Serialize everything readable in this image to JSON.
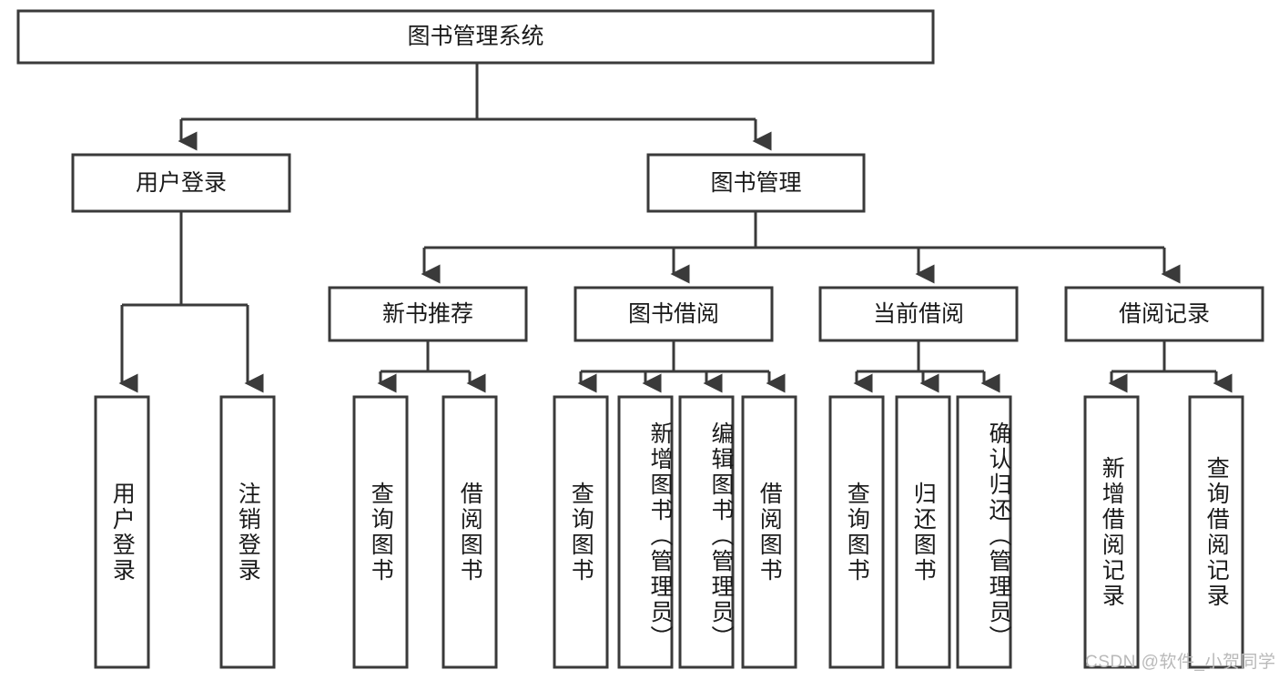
{
  "diagram": {
    "type": "tree",
    "title": "图书管理系统",
    "orientation": "top-down",
    "colors": {
      "stroke": "#3a3a3a",
      "fill": "#ffffff",
      "text": "#1a1a1a",
      "watermark": "#b9b9b9"
    },
    "root": {
      "label": "图书管理系统",
      "level": 1
    },
    "level2": [
      {
        "label": "用户登录"
      },
      {
        "label": "图书管理"
      }
    ],
    "level3": [
      {
        "label": "新书推荐"
      },
      {
        "label": "图书借阅"
      },
      {
        "label": "当前借阅"
      },
      {
        "label": "借阅记录"
      }
    ],
    "leaves": {
      "user_login": [
        {
          "label": "用户登录"
        },
        {
          "label": "注销登录"
        }
      ],
      "new_book_recommend": [
        {
          "label": "查询图书"
        },
        {
          "label": "借阅图书"
        }
      ],
      "book_borrow": [
        {
          "label": "查询图书"
        },
        {
          "label": "新增图书（管理员）"
        },
        {
          "label": "编辑图书（管理员）"
        },
        {
          "label": "借阅图书"
        }
      ],
      "current_borrow": [
        {
          "label": "查询图书"
        },
        {
          "label": "归还图书"
        },
        {
          "label": "确认归还（管理员）"
        }
      ],
      "borrow_record": [
        {
          "label": "新增借阅记录"
        },
        {
          "label": "查询借阅记录"
        }
      ]
    }
  },
  "watermark": {
    "text": "CSDN @软件_小贺同学"
  }
}
